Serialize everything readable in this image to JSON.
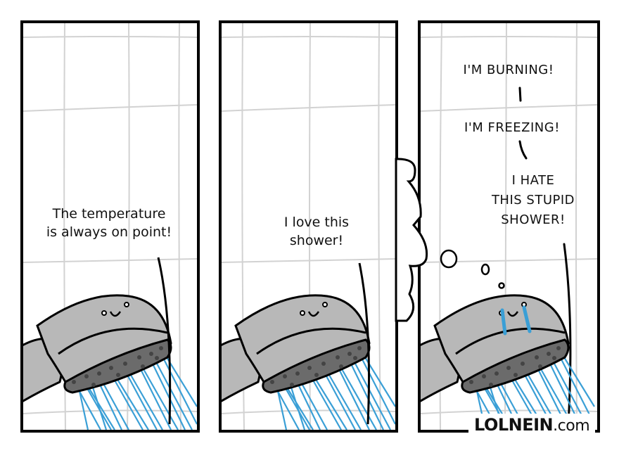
{
  "comic": {
    "panel_count": 3,
    "colors": {
      "border": "#000000",
      "tile_grout": "#d0d0d0",
      "showerhead_body": "#b8b8b8",
      "showerhead_face": "#6b6b6b",
      "water": "#3a9fd6",
      "tears": "#3a9fd6"
    },
    "panels": [
      {
        "index": 1,
        "speech": [
          "The temperature",
          "is always on point!"
        ],
        "character": "smiling-showerhead"
      },
      {
        "index": 2,
        "speech": [
          "I love this",
          "shower!"
        ],
        "character": "smiling-showerhead"
      },
      {
        "index": 3,
        "thoughts": [
          "I'M BURNING!",
          "I'M FREEZING!",
          "I HATE",
          "THIS STUPID",
          "SHOWER!"
        ],
        "character": "crying-smiling-showerhead"
      }
    ],
    "watermark": {
      "brand": "LOLNEIN",
      "suffix": ".com"
    }
  }
}
